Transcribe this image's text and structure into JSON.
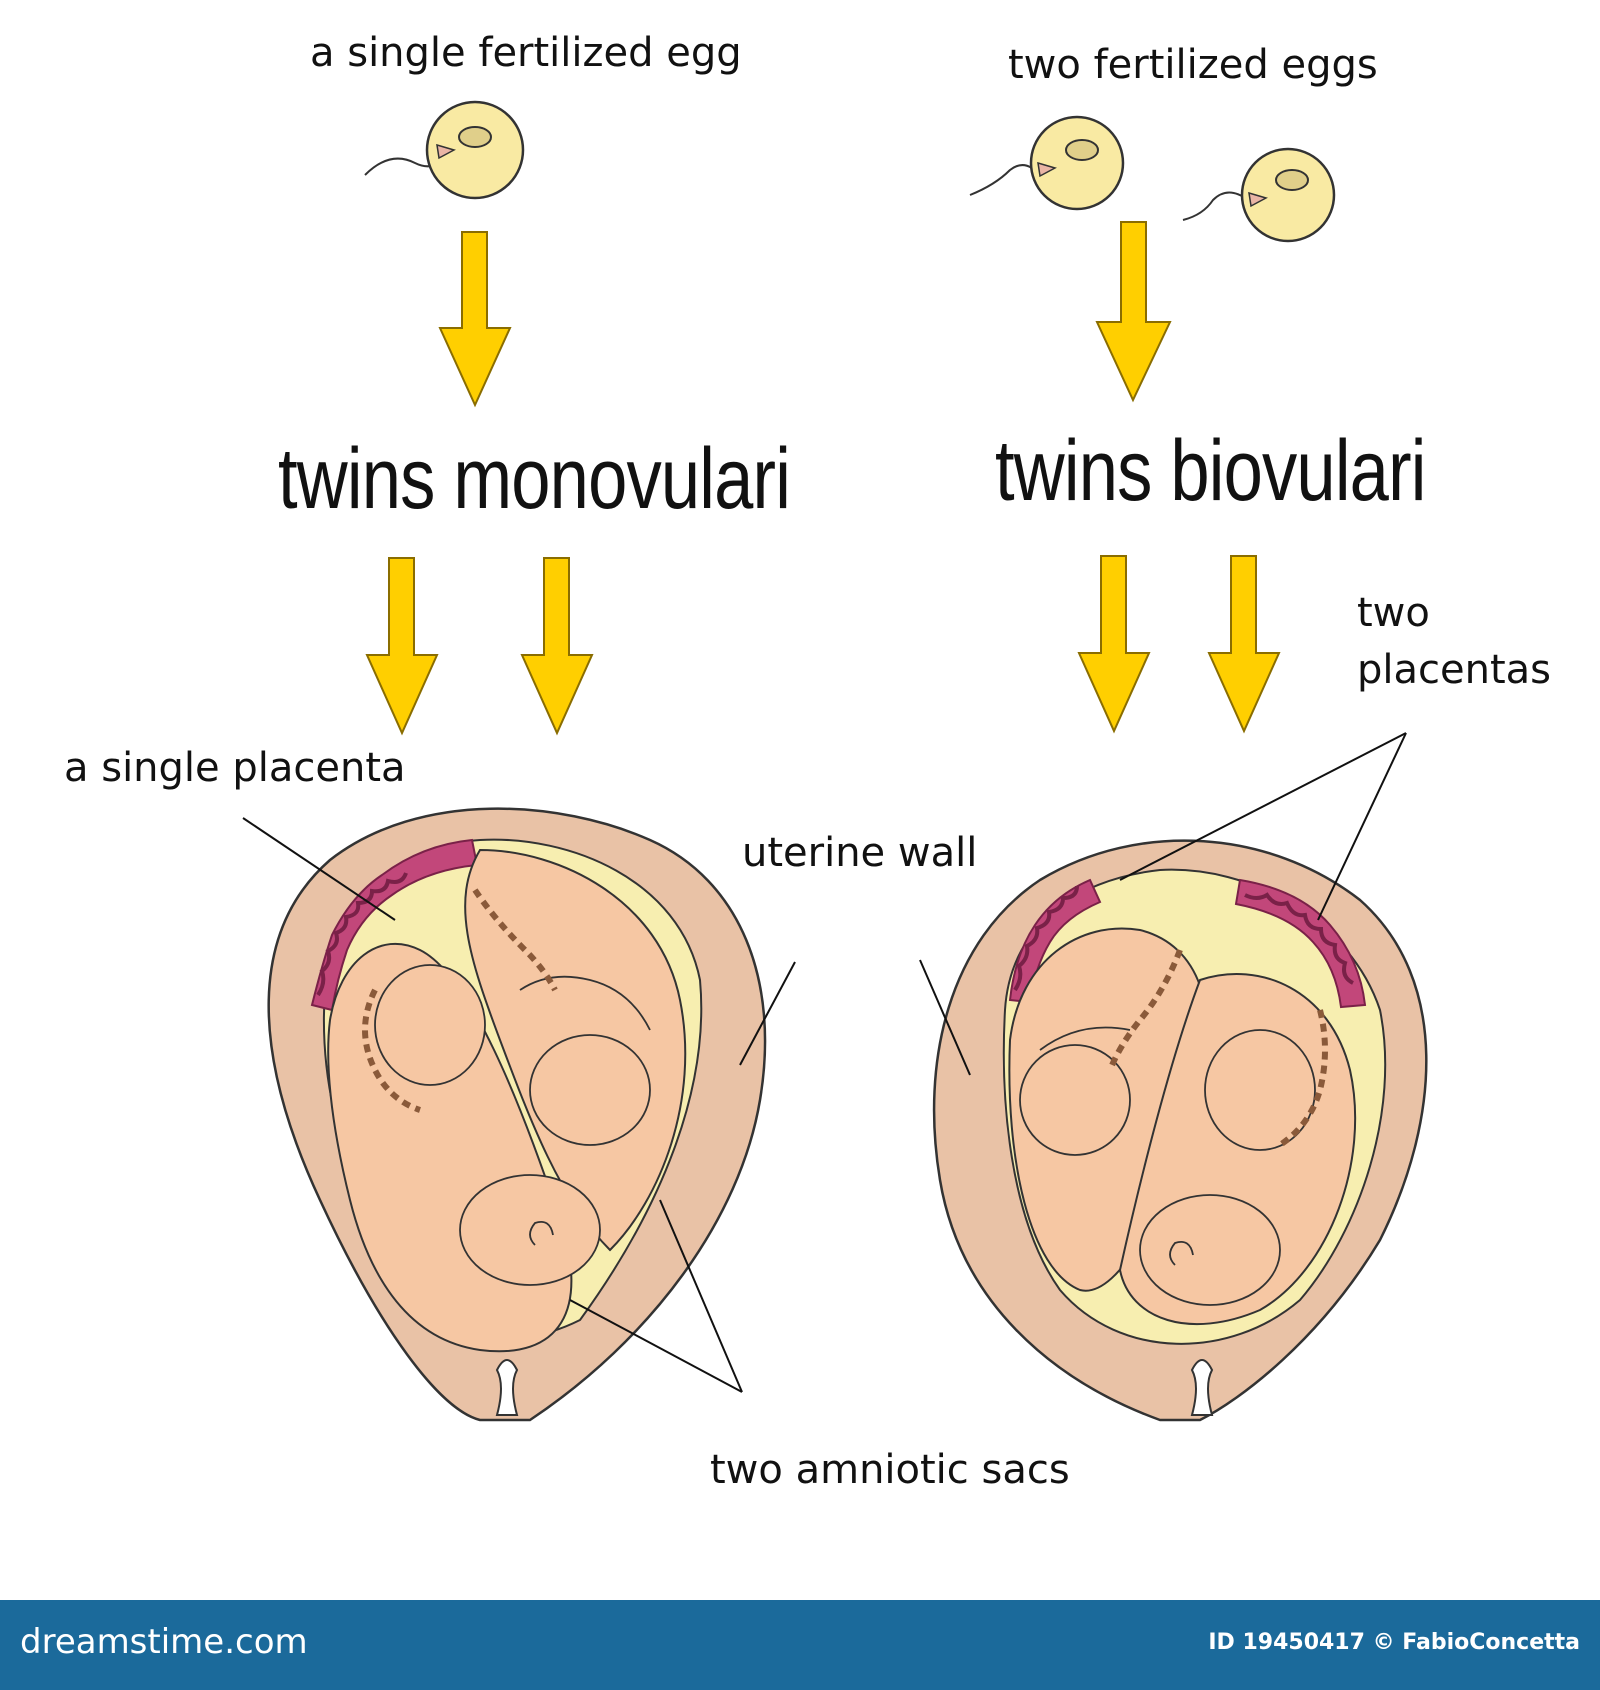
{
  "colors": {
    "arrow": "#ffcf00",
    "arrow_stroke": "#8a6d00",
    "egg": "#f9eaa3",
    "uterus": "#e9c2a6",
    "sac": "#f6c7a3",
    "fluid": "#f7eeb0",
    "placenta": "#c2477a",
    "footer": "#1b6a9b"
  },
  "left": {
    "egg_label": "a single fertilized egg",
    "title": "twins monovulari",
    "placenta_label": "a single placenta"
  },
  "right": {
    "egg_label": "two fertilized eggs",
    "title": "twins biovulari",
    "placenta_label_1": "two",
    "placenta_label_2": "placentas"
  },
  "labels": {
    "uterine_wall": "uterine wall",
    "amniotic_sacs": "two amniotic sacs"
  },
  "footer": {
    "brand": "dreamstime.com",
    "credit": "ID 19450417 © FabioConcetta"
  }
}
